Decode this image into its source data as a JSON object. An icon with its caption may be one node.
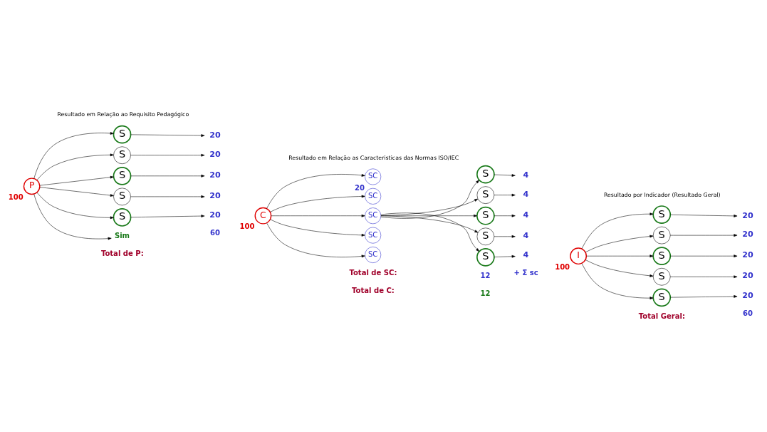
{
  "diagram": {
    "nodes": [
      {
        "text": [
          "P"
        ],
        "beside": [
          "100"
        ]
      },
      {
        "text": [
          "S"
        ]
      },
      {
        "text": [
          "S"
        ]
      },
      {
        "text": [
          "S"
        ]
      },
      {
        "text": [
          "S"
        ]
      },
      {
        "text": [
          "S"
        ]
      },
      {
        "text": [
          "20"
        ]
      },
      {
        "text": [
          "20"
        ]
      },
      {
        "text": [
          "20"
        ]
      },
      {
        "text": [
          "20"
        ]
      },
      {
        "text": [
          "20"
        ]
      },
      {
        "text": [
          "Sim"
        ]
      },
      {
        "text": [
          "C"
        ],
        "beside": [
          "100"
        ]
      },
      {
        "text": [
          "SC"
        ],
        "beside": [
          "20"
        ]
      },
      {
        "text": [
          "SC"
        ]
      },
      {
        "text": [
          "SC"
        ]
      },
      {
        "text": [
          "SC"
        ]
      },
      {
        "text": [
          "SC"
        ]
      },
      {
        "text": [
          "S"
        ]
      },
      {
        "text": [
          "S"
        ]
      },
      {
        "text": [
          "S"
        ]
      },
      {
        "text": [
          "S"
        ]
      },
      {
        "text": [
          "S"
        ]
      },
      {
        "text": [
          "4"
        ]
      },
      {
        "text": [
          "4"
        ]
      },
      {
        "text": [
          "4"
        ]
      },
      {
        "text": [
          "4"
        ]
      },
      {
        "text": [
          "4"
        ]
      },
      {
        "text": [
          "I"
        ],
        "beside": [
          "100"
        ]
      },
      {
        "text": [
          "S"
        ]
      },
      {
        "text": [
          "S"
        ]
      },
      {
        "text": [
          "S"
        ]
      },
      {
        "text": [
          "S"
        ]
      },
      {
        "text": [
          "S"
        ]
      },
      {
        "text": [
          "20"
        ]
      },
      {
        "text": [
          "20"
        ]
      },
      {
        "text": [
          "20"
        ]
      },
      {
        "text": [
          "20"
        ]
      },
      {
        "text": [
          "20"
        ]
      }
    ],
    "edges": [
      {
        "from": 0,
        "to": 1,
        "arrow": "to"
      },
      {
        "from": 0,
        "to": 2,
        "arrow": "to"
      },
      {
        "from": 0,
        "to": 3,
        "arrow": "to"
      },
      {
        "from": 0,
        "to": 4,
        "arrow": "to"
      },
      {
        "from": 0,
        "to": 5,
        "arrow": "to"
      },
      {
        "from": 1,
        "to": 6,
        "arrow": "to"
      },
      {
        "from": 2,
        "to": 7,
        "arrow": "to"
      },
      {
        "from": 3,
        "to": 8,
        "arrow": "to"
      },
      {
        "from": 4,
        "to": 9,
        "arrow": "to"
      },
      {
        "from": 5,
        "to": 10,
        "arrow": "to"
      },
      {
        "from": 0,
        "to": 11,
        "arrow": "to"
      },
      {
        "from": 12,
        "to": 13,
        "arrow": "to"
      },
      {
        "from": 12,
        "to": 14,
        "arrow": "to"
      },
      {
        "from": 12,
        "to": 15,
        "arrow": "to"
      },
      {
        "from": 12,
        "to": 16,
        "arrow": "to"
      },
      {
        "from": 12,
        "to": 17,
        "arrow": "to"
      },
      {
        "from": 15,
        "to": 18,
        "arrow": "to"
      },
      {
        "from": 15,
        "to": 19,
        "arrow": "to"
      },
      {
        "from": 15,
        "to": 20,
        "arrow": "to"
      },
      {
        "from": 15,
        "to": 21,
        "arrow": "to"
      },
      {
        "from": 15,
        "to": 22,
        "arrow": "to"
      },
      {
        "from": 18,
        "to": 23,
        "arrow": "to"
      },
      {
        "from": 19,
        "to": 24,
        "arrow": "to"
      },
      {
        "from": 20,
        "to": 25,
        "arrow": "to"
      },
      {
        "from": 21,
        "to": 26,
        "arrow": "to"
      },
      {
        "from": 22,
        "to": 27,
        "arrow": "to"
      },
      {
        "from": 28,
        "to": 29,
        "arrow": "to"
      },
      {
        "from": 28,
        "to": 30,
        "arrow": "to"
      },
      {
        "from": 28,
        "to": 31,
        "arrow": "to"
      },
      {
        "from": 28,
        "to": 32,
        "arrow": "to"
      },
      {
        "from": 28,
        "to": 33,
        "arrow": "to"
      },
      {
        "from": 29,
        "to": 34,
        "arrow": "to"
      },
      {
        "from": 30,
        "to": 35,
        "arrow": "to"
      },
      {
        "from": 31,
        "to": 36,
        "arrow": "to"
      },
      {
        "from": 32,
        "to": 37,
        "arrow": "to"
      },
      {
        "from": 33,
        "to": 38,
        "arrow": "to"
      }
    ],
    "labels": [
      "Resultado em Relação ao Requisito Pedagógico",
      "Resultado em Relação as Caracteristicas das Normas ISO/IEC",
      "Resultado por Indicador (Resultado Geral)",
      "Total de P:",
      "60",
      "Total de SC:",
      "12",
      "Total de C:",
      "12",
      "+ Σ sc",
      "Total Geral:",
      "60"
    ]
  }
}
